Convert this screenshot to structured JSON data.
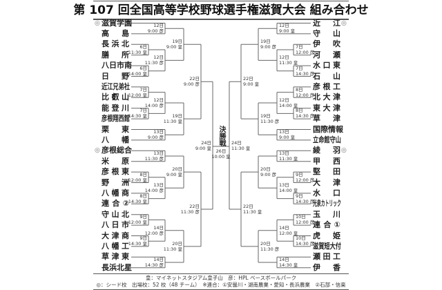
{
  "title": "第 107 回全国高等学校野球選手権滋賀大会 組み合わせ",
  "seed_mark": "◎",
  "colors": {
    "line": "#666666",
    "text": "#222222",
    "seed": "#777777"
  },
  "left": {
    "teams": [
      {
        "name": "滋賀学園",
        "seed": true
      },
      {
        "name": "高島"
      },
      {
        "name": "長浜北"
      },
      {
        "name": "膳所"
      },
      {
        "name": "八日市南"
      },
      {
        "name": "日野"
      },
      {
        "name": "近江兄弟社"
      },
      {
        "name": "比叡山"
      },
      {
        "name": "能登川"
      },
      {
        "name": "彦根翔西館"
      },
      {
        "name": "栗東"
      },
      {
        "name": "八幡"
      },
      {
        "name": "彦根総合",
        "seed": true
      },
      {
        "name": "米原"
      },
      {
        "name": "彦根東"
      },
      {
        "name": "野洲"
      },
      {
        "name": "八幡商"
      },
      {
        "name": "連合②"
      },
      {
        "name": "守山北"
      },
      {
        "name": "八日市"
      },
      {
        "name": "大津商"
      },
      {
        "name": "八幡工"
      },
      {
        "name": "草津東"
      },
      {
        "name": "長浜北星"
      }
    ],
    "matches": [
      {
        "id": "m1",
        "a": "t2",
        "b": "t3",
        "round": 1,
        "day": "6日",
        "time": "11:30 皇"
      },
      {
        "id": "m2",
        "a": "t4",
        "b": "t5",
        "round": 1,
        "day": "6日",
        "time": "14:00 皇"
      },
      {
        "id": "m3",
        "a": "t0",
        "b": "t1",
        "round": 2,
        "day": "12日",
        "time": "9:00 彦"
      },
      {
        "id": "m4",
        "a": "m1",
        "b": "m2",
        "round": 2,
        "day": "12日",
        "time": "11:30 彦"
      },
      {
        "id": "m5",
        "a": "m3",
        "b": "m4",
        "round": 3,
        "day": "19日",
        "time": "9:00 皇"
      },
      {
        "id": "m6",
        "a": "t6",
        "b": "t7",
        "round": 1,
        "day": "7日",
        "time": "12:00 皇"
      },
      {
        "id": "m7",
        "a": "t8",
        "b": "t9",
        "round": 1,
        "day": "7日",
        "time": "14:30 皇"
      },
      {
        "id": "m8",
        "a": "m6",
        "b": "m7",
        "round": 2,
        "day": "12日",
        "time": "14:00 彦"
      },
      {
        "id": "m9",
        "a": "t10",
        "b": "t11",
        "round": 2,
        "day": "13日",
        "time": "9:00 彦"
      },
      {
        "id": "m10",
        "a": "m8",
        "b": "m9",
        "round": 3,
        "day": "19日",
        "time": "11:30 皇"
      },
      {
        "id": "m11",
        "a": "m5",
        "b": "m10",
        "round": 4,
        "day": "22日",
        "time": "9:00 彦"
      },
      {
        "id": "m12",
        "a": "t12",
        "b": "t13",
        "round": 2,
        "day": "13日",
        "time": "11:30 彦"
      },
      {
        "id": "m13",
        "a": "t14",
        "b": "t15",
        "round": 1,
        "day": "8日",
        "time": "12:00 皇"
      },
      {
        "id": "m14",
        "a": "t16",
        "b": "t17",
        "round": 1,
        "day": "8日",
        "time": "14:30 皇"
      },
      {
        "id": "m15",
        "a": "m13",
        "b": "m14",
        "round": 2,
        "day": "13日",
        "time": "14:00 彦"
      },
      {
        "id": "m16",
        "a": "m12",
        "b": "m15",
        "round": 3,
        "day": "20日",
        "time": "9:00 皇"
      },
      {
        "id": "m17",
        "a": "t18",
        "b": "t19",
        "round": 1,
        "day": "9日",
        "time": "12:00 皇"
      },
      {
        "id": "m18",
        "a": "t20",
        "b": "t21",
        "round": 1,
        "day": "9日",
        "time": "14:30 皇"
      },
      {
        "id": "m19",
        "a": "m17",
        "b": "m18",
        "round": 2,
        "day": "14日",
        "time": "12:00 彦"
      },
      {
        "id": "m20",
        "a": "t22",
        "b": "t23",
        "round": 2,
        "day": "14日",
        "time": "14:30 彦"
      },
      {
        "id": "m21",
        "a": "m19",
        "b": "m20",
        "round": 3,
        "day": "20日",
        "time": "11:30 皇"
      },
      {
        "id": "m22",
        "a": "m16",
        "b": "m21",
        "round": 4,
        "day": "22日",
        "time": "11:30 彦"
      },
      {
        "id": "m23",
        "a": "m11",
        "b": "m22",
        "round": 5,
        "day": "24日",
        "time": "9:00 皇"
      }
    ]
  },
  "right": {
    "teams": [
      {
        "name": "近江",
        "seed": true
      },
      {
        "name": "守山"
      },
      {
        "name": "伊吹"
      },
      {
        "name": "河瀬"
      },
      {
        "name": "水口東"
      },
      {
        "name": "石山"
      },
      {
        "name": "彦根工"
      },
      {
        "name": "北大津"
      },
      {
        "name": "東大津"
      },
      {
        "name": "草津"
      },
      {
        "name": "国際情報"
      },
      {
        "name": "立命館守山"
      },
      {
        "name": "綾羽",
        "seed": true
      },
      {
        "name": "甲西"
      },
      {
        "name": "堅田"
      },
      {
        "name": "大津"
      },
      {
        "name": "水口"
      },
      {
        "name": "光泉カトリック"
      },
      {
        "name": "玉川"
      },
      {
        "name": "連合①"
      },
      {
        "name": "虎姫"
      },
      {
        "name": "滋賀短大付"
      },
      {
        "name": "瀬田工"
      },
      {
        "name": "伊香"
      }
    ],
    "matches": [
      {
        "id": "m1",
        "a": "t2",
        "b": "t3",
        "round": 1,
        "day": "7日",
        "time": "12:00 彦"
      },
      {
        "id": "m2",
        "a": "t4",
        "b": "t5",
        "round": 1,
        "day": "7日",
        "time": "14:30 彦"
      },
      {
        "id": "m3",
        "a": "t0",
        "b": "t1",
        "round": 2,
        "day": "12日",
        "time": "9:00 皇"
      },
      {
        "id": "m4",
        "a": "m1",
        "b": "m2",
        "round": 2,
        "day": "12日",
        "time": "11:30 皇"
      },
      {
        "id": "m5",
        "a": "m3",
        "b": "m4",
        "round": 3,
        "day": "19日",
        "time": "9:00 彦"
      },
      {
        "id": "m6",
        "a": "t6",
        "b": "t7",
        "round": 1,
        "day": "8日",
        "time": "12:00 彦"
      },
      {
        "id": "m7",
        "a": "t8",
        "b": "t9",
        "round": 1,
        "day": "8日",
        "time": "14:30 彦"
      },
      {
        "id": "m8",
        "a": "m6",
        "b": "m7",
        "round": 2,
        "day": "12日",
        "time": "14:00 皇"
      },
      {
        "id": "m9",
        "a": "t10",
        "b": "t11",
        "round": 2,
        "day": "13日",
        "time": "9:00 皇"
      },
      {
        "id": "m10",
        "a": "m8",
        "b": "m9",
        "round": 3,
        "day": "19日",
        "time": "11:30 彦"
      },
      {
        "id": "m11",
        "a": "m5",
        "b": "m10",
        "round": 4,
        "day": "22日",
        "time": "9:00 皇"
      },
      {
        "id": "m12",
        "a": "t12",
        "b": "t13",
        "round": 2,
        "day": "13日",
        "time": "11:30 皇"
      },
      {
        "id": "m13",
        "a": "t14",
        "b": "t15",
        "round": 1,
        "day": "9日",
        "time": "12:00 彦"
      },
      {
        "id": "m14",
        "a": "t16",
        "b": "t17",
        "round": 1,
        "day": "9日",
        "time": "14:30 彦"
      },
      {
        "id": "m15",
        "a": "m13",
        "b": "m14",
        "round": 2,
        "day": "13日",
        "time": "14:00 皇"
      },
      {
        "id": "m16",
        "a": "m12",
        "b": "m15",
        "round": 3,
        "day": "20日",
        "time": "9:00 彦"
      },
      {
        "id": "m17",
        "a": "t18",
        "b": "t19",
        "round": 1,
        "day": "10日",
        "time": "12:00 彦"
      },
      {
        "id": "m18",
        "a": "t20",
        "b": "t21",
        "round": 1,
        "day": "10日",
        "time": "14:30 彦"
      },
      {
        "id": "m19",
        "a": "m17",
        "b": "m18",
        "round": 2,
        "day": "14日",
        "time": "12:00 皇"
      },
      {
        "id": "m20",
        "a": "t22",
        "b": "t23",
        "round": 2,
        "day": "14日",
        "time": "14:30 皇"
      },
      {
        "id": "m21",
        "a": "m19",
        "b": "m20",
        "round": 3,
        "day": "20日",
        "time": "11:30 彦"
      },
      {
        "id": "m22",
        "a": "m16",
        "b": "m21",
        "round": 4,
        "day": "22日",
        "time": "11:30 皇"
      },
      {
        "id": "m23",
        "a": "m11",
        "b": "m22",
        "round": 5,
        "day": "24日",
        "time": "11:30 皇"
      }
    ]
  },
  "final": {
    "title": "決勝戦",
    "day": "26日",
    "time": "10:00 皇"
  },
  "footer": {
    "venues": "皇：マイネットスタジアム皇子山　彦：HPL ベースボールパーク",
    "notes": "◎：シード校　出場校：52 校（48 チーム）　※連合：①安曇川・湖南農業・愛知・長浜農業　②石部・信楽"
  }
}
